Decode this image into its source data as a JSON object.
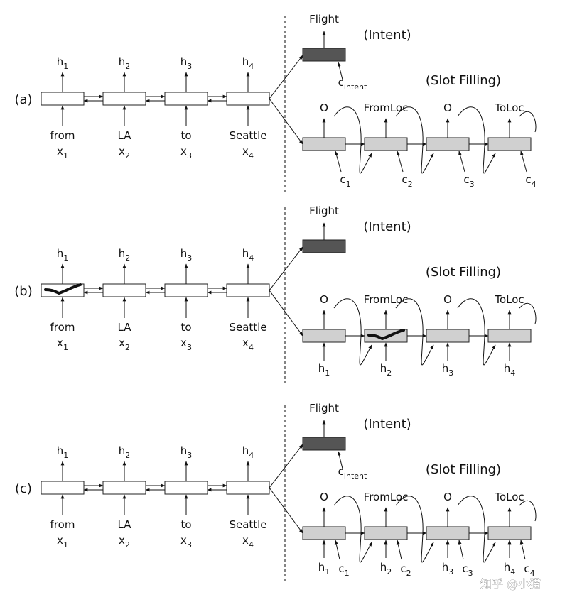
{
  "colors": {
    "encoder_fill": "#ffffff",
    "decoder_fill": "#d0d0d0",
    "intent_fill": "#555555",
    "line": "#111111"
  },
  "panels": [
    {
      "label": "(a)",
      "intent_label": "Flight",
      "intent_title": "(Intent)",
      "intent_context": {
        "base": "c",
        "sub": "intent"
      },
      "slot_title": "(Slot Filling)",
      "encoder_hidden": [
        {
          "base": "h",
          "sub": "1"
        },
        {
          "base": "h",
          "sub": "2"
        },
        {
          "base": "h",
          "sub": "3"
        },
        {
          "base": "h",
          "sub": "4"
        }
      ],
      "encoder_words": [
        "from",
        "LA",
        "to",
        "Seattle"
      ],
      "encoder_inputs": [
        {
          "base": "x",
          "sub": "1"
        },
        {
          "base": "x",
          "sub": "2"
        },
        {
          "base": "x",
          "sub": "3"
        },
        {
          "base": "x",
          "sub": "4"
        }
      ],
      "slot_outputs": [
        "O",
        "FromLoc",
        "O",
        "ToLoc"
      ],
      "decoder_inputs": [
        [
          {
            "base": "c",
            "sub": "1"
          }
        ],
        [
          {
            "base": "c",
            "sub": "2"
          }
        ],
        [
          {
            "base": "c",
            "sub": "3"
          }
        ],
        [
          {
            "base": "c",
            "sub": "4"
          }
        ]
      ]
    },
    {
      "label": "(b)",
      "intent_label": "Flight",
      "intent_title": "(Intent)",
      "slot_title": "(Slot Filling)",
      "encoder_hidden": [
        {
          "base": "h",
          "sub": "1"
        },
        {
          "base": "h",
          "sub": "2"
        },
        {
          "base": "h",
          "sub": "3"
        },
        {
          "base": "h",
          "sub": "4"
        }
      ],
      "encoder_words": [
        "from",
        "LA",
        "to",
        "Seattle"
      ],
      "encoder_inputs": [
        {
          "base": "x",
          "sub": "1"
        },
        {
          "base": "x",
          "sub": "2"
        },
        {
          "base": "x",
          "sub": "3"
        },
        {
          "base": "x",
          "sub": "4"
        }
      ],
      "slot_outputs": [
        "O",
        "FromLoc",
        "O",
        "ToLoc"
      ],
      "decoder_inputs": [
        [
          {
            "base": "h",
            "sub": "1"
          }
        ],
        [
          {
            "base": "h",
            "sub": "2"
          }
        ],
        [
          {
            "base": "h",
            "sub": "3"
          }
        ],
        [
          {
            "base": "h",
            "sub": "4"
          }
        ]
      ]
    },
    {
      "label": "(c)",
      "intent_label": "Flight",
      "intent_title": "(Intent)",
      "intent_context": {
        "base": "c",
        "sub": "intent"
      },
      "slot_title": "(Slot Filling)",
      "encoder_hidden": [
        {
          "base": "h",
          "sub": "1"
        },
        {
          "base": "h",
          "sub": "2"
        },
        {
          "base": "h",
          "sub": "3"
        },
        {
          "base": "h",
          "sub": "4"
        }
      ],
      "encoder_words": [
        "from",
        "LA",
        "to",
        "Seattle"
      ],
      "encoder_inputs": [
        {
          "base": "x",
          "sub": "1"
        },
        {
          "base": "x",
          "sub": "2"
        },
        {
          "base": "x",
          "sub": "3"
        },
        {
          "base": "x",
          "sub": "4"
        }
      ],
      "slot_outputs": [
        "O",
        "FromLoc",
        "O",
        "ToLoc"
      ],
      "decoder_inputs": [
        [
          {
            "base": "h",
            "sub": "1"
          },
          {
            "base": "c",
            "sub": "1"
          }
        ],
        [
          {
            "base": "h",
            "sub": "2"
          },
          {
            "base": "c",
            "sub": "2"
          }
        ],
        [
          {
            "base": "h",
            "sub": "3"
          },
          {
            "base": "c",
            "sub": "3"
          }
        ],
        [
          {
            "base": "h",
            "sub": "4"
          },
          {
            "base": "c",
            "sub": "4"
          }
        ]
      ]
    }
  ],
  "watermark": "知乎 @小猫"
}
